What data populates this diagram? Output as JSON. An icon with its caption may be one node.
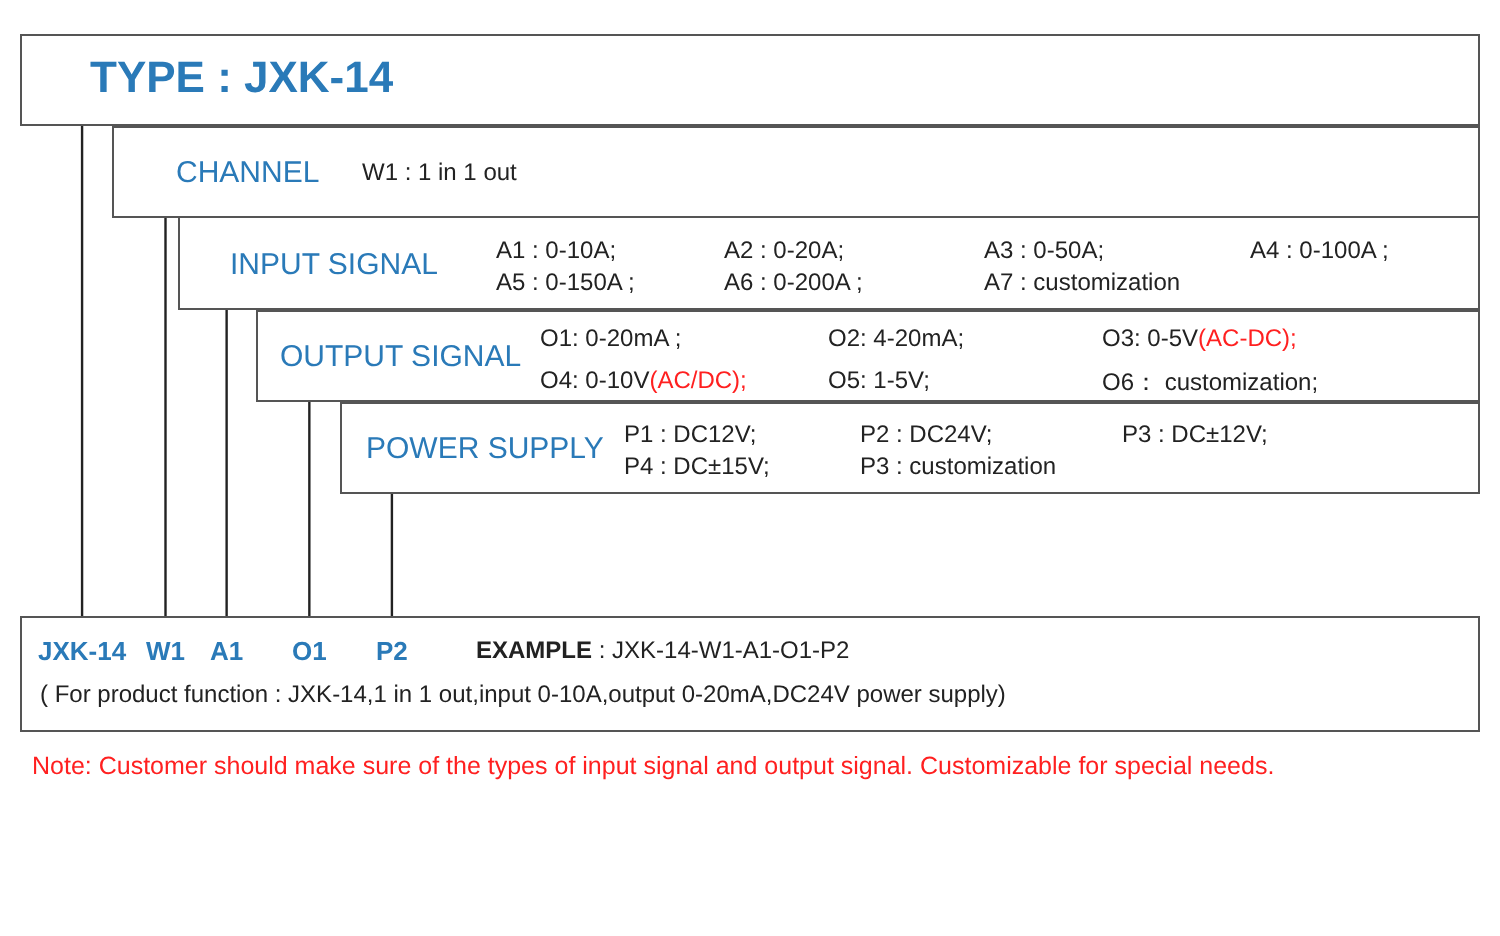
{
  "diagram": {
    "nodes": [
      {
        "text": [
          "TYPE : JXK-14"
        ]
      },
      {
        "text": [
          "CHANNEL",
          "W1 : 1 in 1 out"
        ]
      },
      {
        "text": [
          "INPUT SIGNAL",
          "A1 :  0-10A;",
          "A2 :  0-20A;",
          "A3 :  0-50A;",
          "A4 :  0-100A ;",
          "A5 :  0-150A ;",
          "A6 :  0-200A ;",
          "A7 : customization"
        ]
      },
      {
        "text": [
          "OUTPUT SIGNAL",
          "O1: 0-20mA ;",
          "O2:  4-20mA;",
          "O3:  0-5V",
          "(AC-DC);",
          "O4: 0-10V",
          "(AC/DC);",
          "O5:  1-5V;",
          "O6： customization;"
        ]
      },
      {
        "text": [
          "POWER SUPPLY",
          "P1 : DC12V;",
          "P2 : DC24V;",
          "P3 : DC±12V;",
          "P4 : DC±15V;",
          "P3 : customization"
        ]
      },
      {
        "text": [
          "**EXAMPLE** : JXK-14-W1-A1-O1-P2",
          "( For product function : JXK-14,1 in 1 out,input 0-10A,output 0-20mA,DC24V power supply)"
        ]
      },
      {
        "text": [
          "JXK-14"
        ],
        "in": 5
      },
      {
        "text": [
          "W1"
        ],
        "in": 5
      },
      {
        "text": [
          "A1"
        ],
        "in": 5
      },
      {
        "text": [
          "O1"
        ],
        "in": 5
      },
      {
        "text": [
          "P2"
        ],
        "in": 5
      }
    ],
    "edges": [
      {
        "from": 0,
        "to": 6,
        "arrow": "none"
      },
      {
        "from": 1,
        "to": 7,
        "arrow": "none"
      },
      {
        "from": 2,
        "to": 8,
        "arrow": "none"
      },
      {
        "from": 3,
        "to": 9,
        "arrow": "none"
      },
      {
        "from": 4,
        "to": 10,
        "arrow": "none"
      }
    ],
    "labels": [
      "Note: Customer should make sure of the types of input signal and output signal. Customizable for special needs."
    ]
  }
}
